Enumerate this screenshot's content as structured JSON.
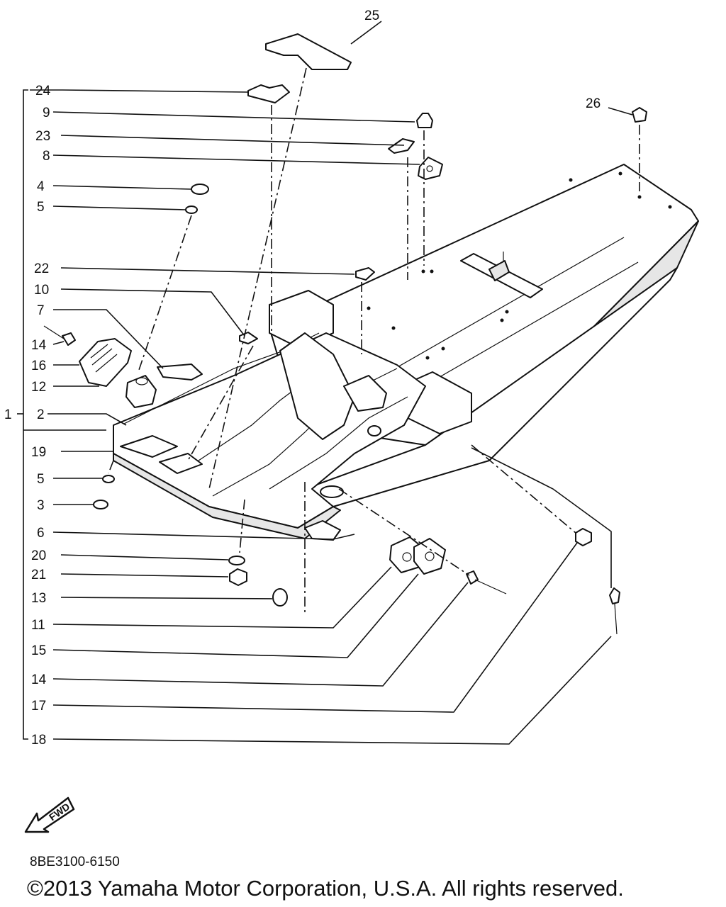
{
  "diagram": {
    "callouts": {
      "c1": "1",
      "c2": "2",
      "c3": "3",
      "c4": "4",
      "c5a": "5",
      "c5b": "5",
      "c6": "6",
      "c7": "7",
      "c8": "8",
      "c9": "9",
      "c10": "10",
      "c11": "11",
      "c12": "12",
      "c13": "13",
      "c14a": "14",
      "c14b": "14",
      "c15": "15",
      "c16": "16",
      "c17": "17",
      "c18": "18",
      "c19": "19",
      "c20": "20",
      "c21": "21",
      "c22": "22",
      "c23": "23",
      "c24": "24",
      "c25": "25",
      "c26": "26"
    },
    "fwd_label": "FWD"
  },
  "footer": {
    "code": "8BE3100-6150",
    "copyright": "©2013 Yamaha Motor Corporation, U.S.A. All rights reserved."
  }
}
